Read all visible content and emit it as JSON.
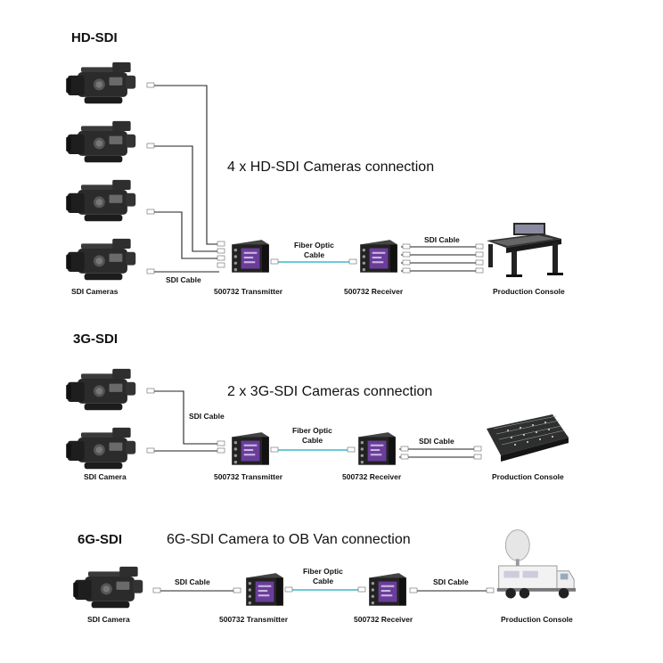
{
  "sections": [
    {
      "id": "hd",
      "title": "HD-SDI",
      "caption": "4 x HD-SDI Cameras connection",
      "camera_count": 4,
      "cameras_label": "SDI Cameras",
      "sdi_cable_left": "SDI Cable",
      "fiber_label_1": "Fiber Optic",
      "fiber_label_2": "Cable",
      "transmitter_label": "500732 Transmitter",
      "receiver_label": "500732 Receiver",
      "sdi_cable_right": "SDI Cable",
      "console_label": "Production Console",
      "console_type": "desk"
    },
    {
      "id": "3g",
      "title": "3G-SDI",
      "caption": "2 x 3G-SDI Cameras connection",
      "camera_count": 2,
      "cameras_label": "SDI Camera",
      "sdi_cable_left": "SDI Cable",
      "fiber_label_1": "Fiber Optic",
      "fiber_label_2": "Cable",
      "transmitter_label": "500732 Transmitter",
      "receiver_label": "500732 Receiver",
      "sdi_cable_right": "SDI Cable",
      "console_label": "Production Console",
      "console_type": "mixer"
    },
    {
      "id": "6g",
      "title": "6G-SDI",
      "caption": "6G-SDI Camera to OB Van connection",
      "camera_count": 1,
      "cameras_label": "SDI Camera",
      "sdi_cable_left": "SDI Cable",
      "fiber_label_1": "Fiber Optic",
      "fiber_label_2": "Cable",
      "transmitter_label": "500732 Transmitter",
      "receiver_label": "500732 Receiver",
      "sdi_cable_right": "SDI Cable",
      "console_label": "Production Console",
      "console_type": "ob-van"
    }
  ],
  "colors": {
    "fiber": "#3bb8c9",
    "unit_purple": "#6a3d9a",
    "unit_dark": "#222222",
    "camera_body": "#2b2b2b"
  }
}
